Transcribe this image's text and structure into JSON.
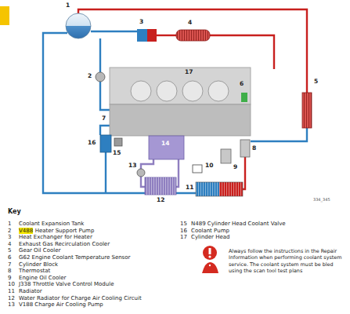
{
  "diagram": {
    "labels": [
      "1",
      "2",
      "3",
      "4",
      "5",
      "6",
      "7",
      "8",
      "9",
      "10",
      "11",
      "12",
      "13",
      "14",
      "15",
      "16",
      "17",
      "334_345",
      "Key",
      "1",
      "Coolant Expansion Tank",
      "2",
      "V488",
      "Heater Support Pump",
      "3",
      "Heat Exchanger for Heater",
      "4",
      "Exhaust Gas Recirculation Cooler",
      "5",
      "Gear Oil Cooler",
      "6",
      "G62 Engine Coolant Temperature Sensor",
      "7",
      "Cylinder Block",
      "8",
      "Thermostat",
      "9",
      "Engine Oil Cooler",
      "10",
      "J338 Throttle Valve Control Module",
      "11",
      "Radiator",
      "12",
      "Water Radiator for Charge Air Cooling Circuit",
      "13",
      "V188 Charge Air Cooling Pump",
      "15",
      "N489 Cylinder Head Coolant Valve",
      "16",
      "Coolant Pump",
      "17",
      "Cylinder Head",
      "Always follow the instructions in the Repair Information when performing coolant system service. The coolant system must be bled using the scan tool test plans"
    ]
  }
}
